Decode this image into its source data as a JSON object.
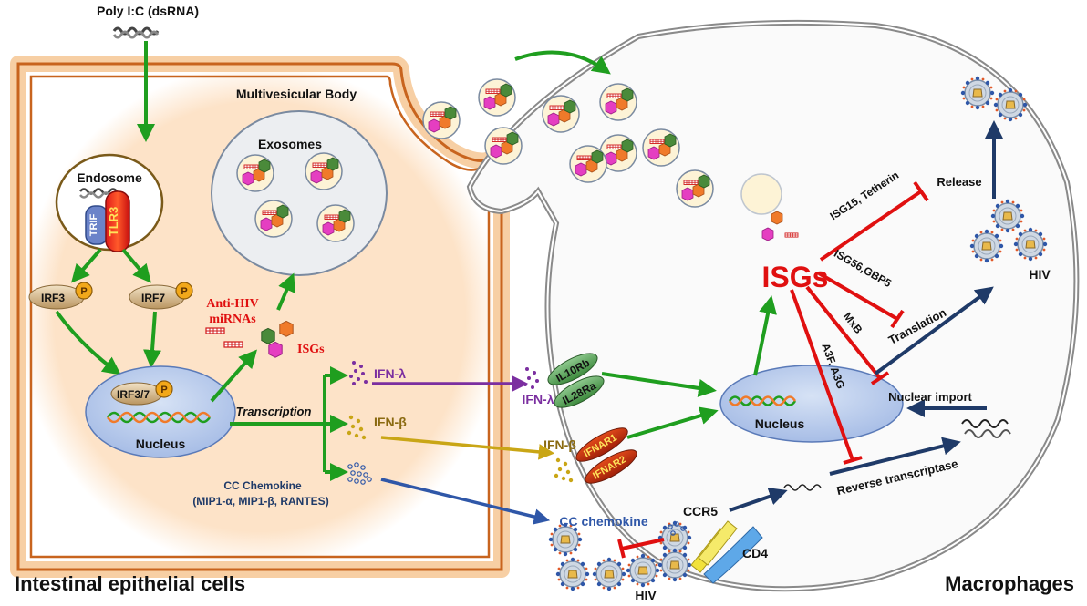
{
  "input": {
    "label": "Poly I:C (dsRNA)"
  },
  "epithelial": {
    "title": "Intestinal epithelial cells",
    "endosome": "Endosome",
    "trif": "TRIF",
    "tlr3": "TLR3",
    "irf3": "IRF3",
    "irf7": "IRF7",
    "irf37": "IRF3/7",
    "phospho": "P",
    "nucleus": "Nucleus",
    "transcription": "Transcription",
    "mvb": "Multivesicular Body",
    "exosomes": "Exosomes",
    "anti_hiv_1": "Anti-HIV",
    "anti_hiv_2": "miRNAs",
    "isgs_small": "ISGs"
  },
  "secreted": {
    "ifn_lambda": "IFN-λ",
    "ifn_beta": "IFN-β",
    "cc_chemokine": "CC Chemokine",
    "cc_chemokine_list": "(MIP1-α, MIP1-β, RANTES)"
  },
  "receptors": {
    "il10rb": "IL10Rb",
    "il28ra": "IL28Ra",
    "ifnar1": "IFNAR1",
    "ifnar2": "IFNAR2",
    "ifn_lambda": "IFN-λ",
    "ifn_beta": "IFN-β",
    "ccr5": "CCR5",
    "cd4": "CD4",
    "cc_chemokine": "CC chemokine"
  },
  "macrophage": {
    "title": "Macrophages",
    "isgs": "ISGs",
    "nucleus": "Nucleus",
    "isg15": "ISG15, Tetherin",
    "isg56": "ISG56,GBP5",
    "mxb": "MxB",
    "a3f": "A3F, A3G",
    "release": "Release",
    "translation": "Translation",
    "nuclear_import": "Nuclear import",
    "reverse_transcriptase": "Reverse transcriptase",
    "hiv_inside": "HIV",
    "hiv_outside": "HIV"
  },
  "colors": {
    "green": "#1f9e1f",
    "red": "#e01010",
    "navy": "#1f3a68",
    "purple": "#7b2fa0",
    "olive": "#c9a616",
    "blue": "#2f57a8",
    "cellOrange": "#c8641e"
  }
}
